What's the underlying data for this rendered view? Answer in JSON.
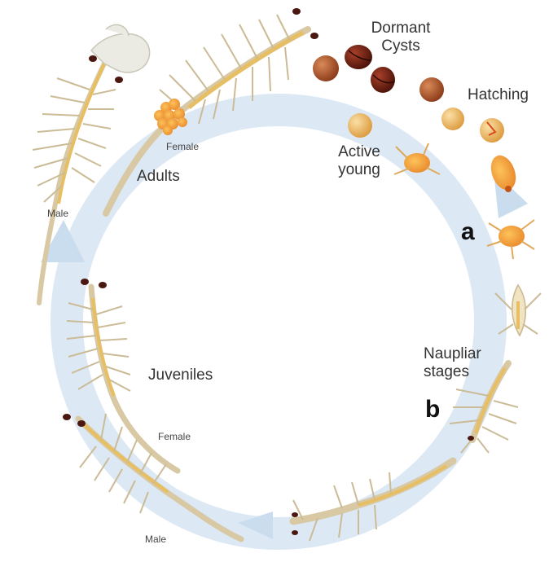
{
  "labels": {
    "dormant_cysts_line1": "Dormant",
    "dormant_cysts_line2": "Cysts",
    "hatching": "Hatching",
    "active_young_line1": "Active",
    "active_young_line2": "young",
    "adults": "Adults",
    "female_adult": "Female",
    "male_adult": "Male",
    "marker_a": "a",
    "naupliar_line1": "Naupliar",
    "naupliar_line2": "stages",
    "marker_b": "b",
    "juveniles": "Juveniles",
    "female_juvenile": "Female",
    "male_juvenile": "Male"
  },
  "colors": {
    "cycle_arrow": "#dce9f5",
    "body": "#f0e4c2",
    "body_stroke": "#c9b78f",
    "gut": "#e7bf62",
    "cyst_brown": "#a8522a",
    "cyst_dark": "#6b1d12",
    "cyst_gold": "#e9b15a",
    "egg_sac": "#f0a23a",
    "eye": "#3a1510"
  }
}
